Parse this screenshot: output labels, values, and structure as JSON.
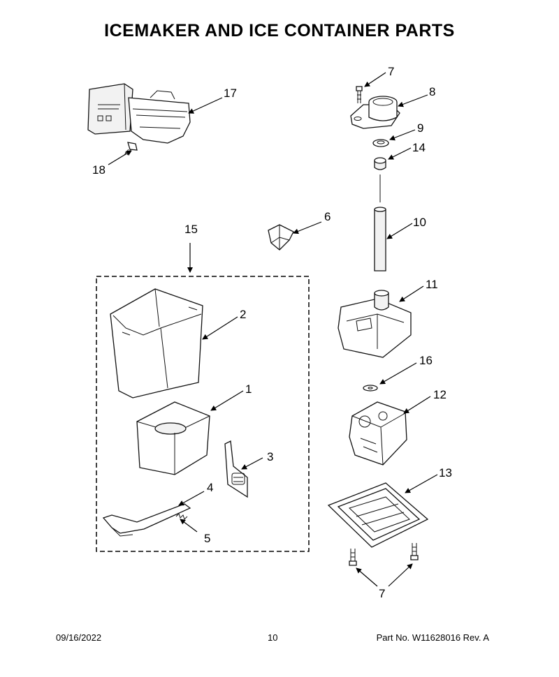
{
  "title": "ICEMAKER AND ICE CONTAINER PARTS",
  "callouts": {
    "c1": "1",
    "c2": "2",
    "c3": "3",
    "c4": "4",
    "c5": "5",
    "c6": "6",
    "c7a": "7",
    "c7b": "7",
    "c8": "8",
    "c9": "9",
    "c10": "10",
    "c11": "11",
    "c12": "12",
    "c13": "13",
    "c14": "14",
    "c15": "15",
    "c16": "16",
    "c17": "17",
    "c18": "18"
  },
  "footer": {
    "date": "09/16/2022",
    "page": "10",
    "part_number": "Part No.  W11628016  Rev.  A"
  }
}
